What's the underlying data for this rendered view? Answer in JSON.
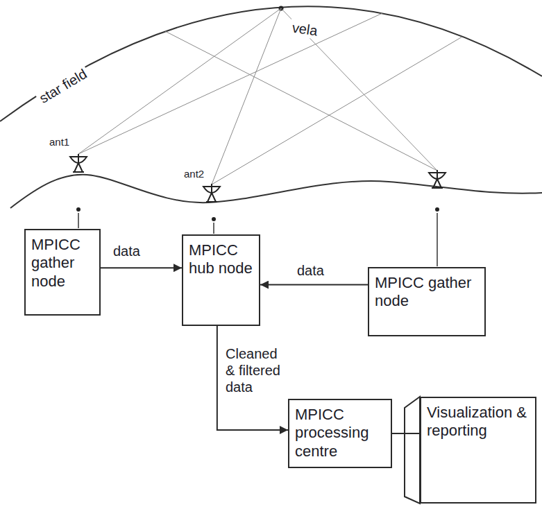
{
  "diagram": {
    "nodes": [
      {
        "text": [
          "MPICC gather node"
        ]
      },
      {
        "text": [
          "MPICC hub node"
        ]
      },
      {
        "text": [
          "MPICC gather node"
        ]
      },
      {
        "text": [
          "MPICC processing centre"
        ]
      },
      {
        "text": [
          "Visualization & reporting"
        ]
      }
    ],
    "edges": [
      {
        "from": 0,
        "to": 1,
        "arrow": "to",
        "label": "data"
      },
      {
        "from": 2,
        "to": 1,
        "arrow": "to",
        "label": "data"
      },
      {
        "from": 1,
        "to": 3,
        "arrow": "to",
        "label": "Cleaned & filtered data"
      },
      {
        "from": 3,
        "to": 4,
        "arrow": "none"
      }
    ],
    "labels": [
      "star field",
      "vela",
      "ant1",
      "ant2"
    ]
  }
}
